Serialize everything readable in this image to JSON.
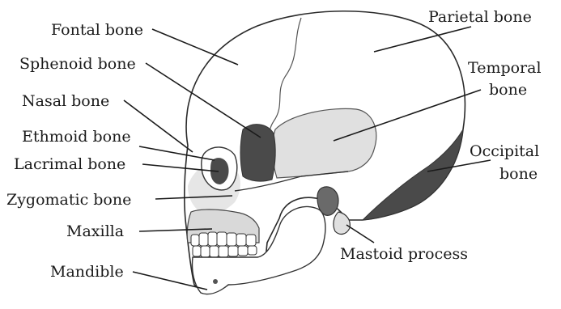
{
  "labels": {
    "frontal": "Fontal bone",
    "sphenoid": "Sphenoid bone",
    "nasal": "Nasal bone",
    "ethmoid": "Ethmoid bone",
    "lacrimal": "Lacrimal bone",
    "zygomatic": "Zygomatic bone",
    "maxilla": "Maxilla",
    "mandible": "Mandible",
    "parietal": "Parietal bone",
    "temporal_line1": "Temporal",
    "temporal_line2": "bone",
    "occipital_line1": "Occipital",
    "occipital_line2": "bone",
    "mastoid": "Mastoid process"
  },
  "colors": {
    "skull_fill": "#ffffff",
    "highlight_dark": "#4a4a4a",
    "temporal_light": "#e3e3e3",
    "face_shade": "#d9d9d9",
    "line": "#1a1a1a"
  }
}
